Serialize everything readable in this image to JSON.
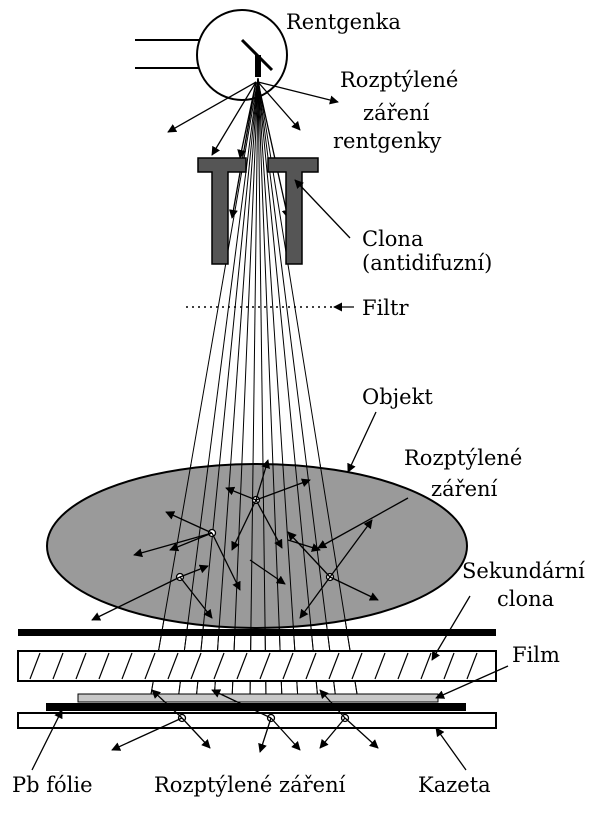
{
  "labels": {
    "tube": "Rentgenka",
    "tube_scatter": [
      "Rozptýlené",
      "záření",
      "rentgenky"
    ],
    "collimator": [
      "Clona",
      "(antidifuzní)"
    ],
    "filter": "Filtr",
    "object": "Objekt",
    "object_scatter": [
      "Rozptýlené",
      "záření"
    ],
    "grid": [
      "Sekundární",
      "clona"
    ],
    "film": "Film",
    "pb_foil": "Pb fólie",
    "bottom_scatter": "Rozptýlené záření",
    "cassette": "Kazeta"
  },
  "colors": {
    "stroke": "#000000",
    "collimator_fill": "#555555",
    "object_fill": "#9a9a9a",
    "film_fill": "#c8c8c8",
    "background": "#ffffff"
  }
}
